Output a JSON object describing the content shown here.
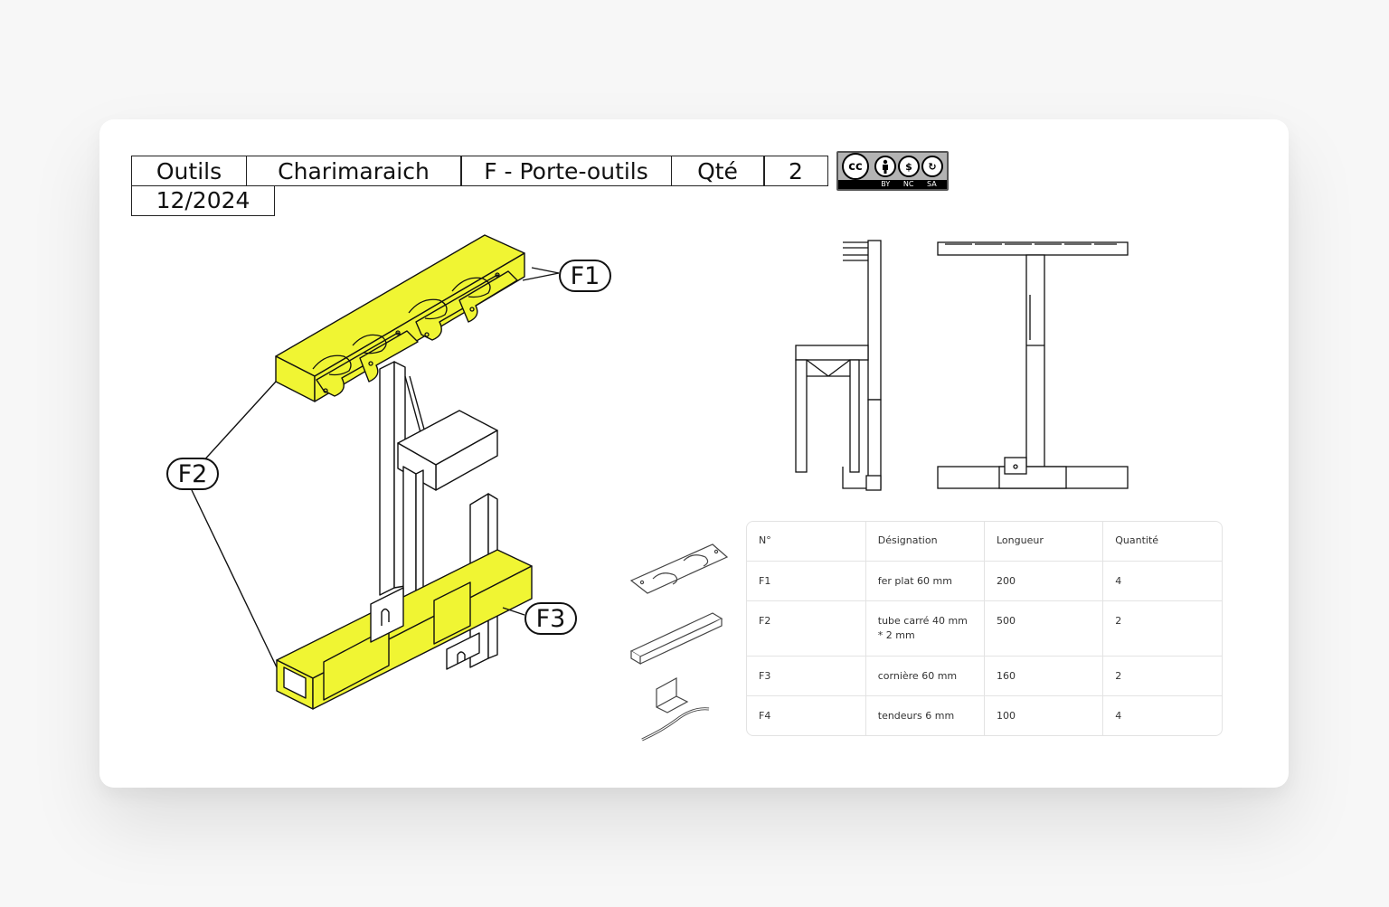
{
  "titleblock": {
    "category": "Outils",
    "project": "Charimaraich",
    "part": "F - Porte-outils",
    "qty_label": "Qté",
    "qty_value": "2",
    "date": "12/2024"
  },
  "license": {
    "badge": "cc",
    "labels": [
      "BY",
      "NC",
      "SA"
    ],
    "icons": [
      "cc-icon",
      "by-person-icon",
      "nc-dollar-icon",
      "sa-share-icon"
    ]
  },
  "callouts": {
    "f1": "F1",
    "f2": "F2",
    "f3": "F3"
  },
  "colors": {
    "highlight": "#f0f533",
    "line": "#111111"
  },
  "table": {
    "headers": [
      "N°",
      "Désignation",
      "Longueur",
      "Quantité"
    ],
    "rows": [
      [
        "F1",
        "fer plat 60 mm",
        "200",
        "4"
      ],
      [
        "F2",
        "tube carré 40 mm * 2 mm",
        "500",
        "2"
      ],
      [
        "F3",
        "cornière 60 mm",
        "160",
        "2"
      ],
      [
        "F4",
        "tendeurs 6 mm",
        "100",
        "4"
      ]
    ]
  }
}
